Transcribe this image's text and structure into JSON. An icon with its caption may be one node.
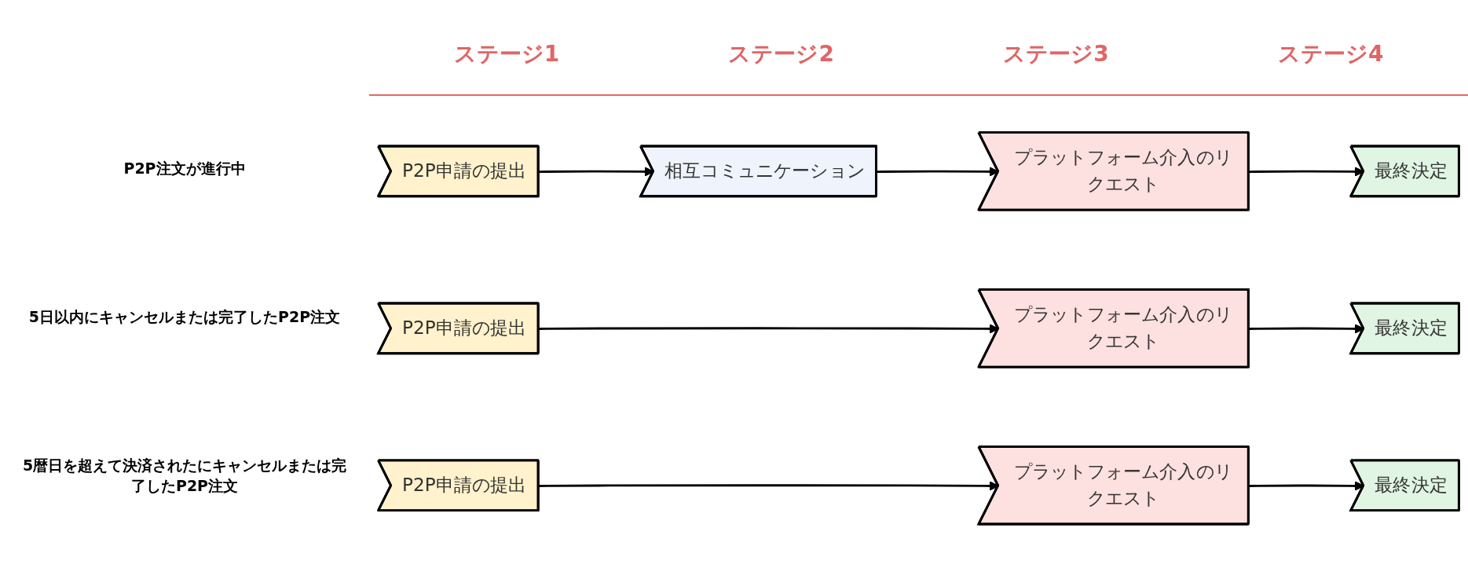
{
  "diagram": {
    "nodes": [
      {
        "text": [
          "P2P申請の提出"
        ]
      },
      {
        "text": [
          "相互コミュニケーション"
        ]
      },
      {
        "text": [
          "プラットフォーム介入のリクエスト"
        ]
      },
      {
        "text": [
          "最終決定"
        ]
      },
      {
        "text": [
          "P2P申請の提出"
        ]
      },
      {
        "text": [
          "プラットフォーム介入のリクエスト"
        ]
      },
      {
        "text": [
          "最終決定"
        ]
      },
      {
        "text": [
          "P2P申請の提出"
        ]
      },
      {
        "text": [
          "プラットフォーム介入のリクエスト"
        ]
      },
      {
        "text": [
          "最終決定"
        ]
      }
    ],
    "edges": [
      {
        "from": 0,
        "to": 1,
        "arrow": "to"
      },
      {
        "from": 1,
        "to": 2,
        "arrow": "to"
      },
      {
        "from": 2,
        "to": 3,
        "arrow": "to"
      },
      {
        "from": 4,
        "to": 5,
        "arrow": "to"
      },
      {
        "from": 5,
        "to": 6,
        "arrow": "to"
      },
      {
        "from": 7,
        "to": 8,
        "arrow": "to"
      },
      {
        "from": 8,
        "to": 9,
        "arrow": "to"
      }
    ],
    "labels": [
      "ステージ1",
      "ステージ2",
      "ステージ3",
      "ステージ4",
      "P2P注文が進行中",
      "5日以内にキャンセルまたは完了したP2P注文",
      "5暦日を超えて決済されたにキャンセルまたは完了したP2P注文"
    ]
  }
}
